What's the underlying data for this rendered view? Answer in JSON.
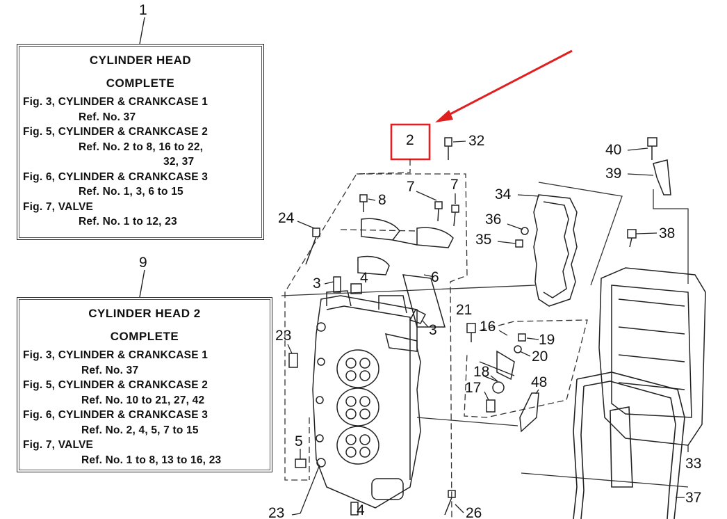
{
  "ref_boxes": [
    {
      "ref": "1",
      "title_line1": "CYLINDER HEAD",
      "title_line2": "COMPLETE",
      "lines": [
        "Fig. 3, CYLINDER & CRANKCASE 1",
        "Ref. No. 37",
        "Fig. 5, CYLINDER & CRANKCASE 2",
        "Ref. No. 2 to 8, 16 to 22,",
        "32, 37",
        "Fig. 6, CYLINDER & CRANKCASE 3",
        "Ref. No. 1, 3, 6 to 15",
        "Fig. 7, VALVE",
        "Ref. No. 1 to 12, 23"
      ]
    },
    {
      "ref": "9",
      "title_line1": "CYLINDER HEAD 2",
      "title_line2": "COMPLETE",
      "lines": [
        "Fig. 3, CYLINDER & CRANKCASE 1",
        "Ref. No. 37",
        "Fig. 5, CYLINDER & CRANKCASE 2",
        "Ref. No. 10 to 21, 27, 42",
        "Fig. 6, CYLINDER & CRANKCASE 3",
        "Ref. No. 2, 4, 5, 7 to 15",
        "Fig. 7, VALVE",
        "Ref. No. 1 to 8, 13 to 16, 23"
      ]
    }
  ],
  "highlight": {
    "ref": "2",
    "color": "#e02020"
  },
  "callouts": [
    "32",
    "8",
    "7",
    "7",
    "24",
    "34",
    "36",
    "35",
    "40",
    "39",
    "38",
    "3",
    "4",
    "6",
    "21",
    "16",
    "19",
    "20",
    "18",
    "17",
    "48",
    "23",
    "3",
    "5",
    "33",
    "37",
    "23",
    "4",
    "26"
  ]
}
